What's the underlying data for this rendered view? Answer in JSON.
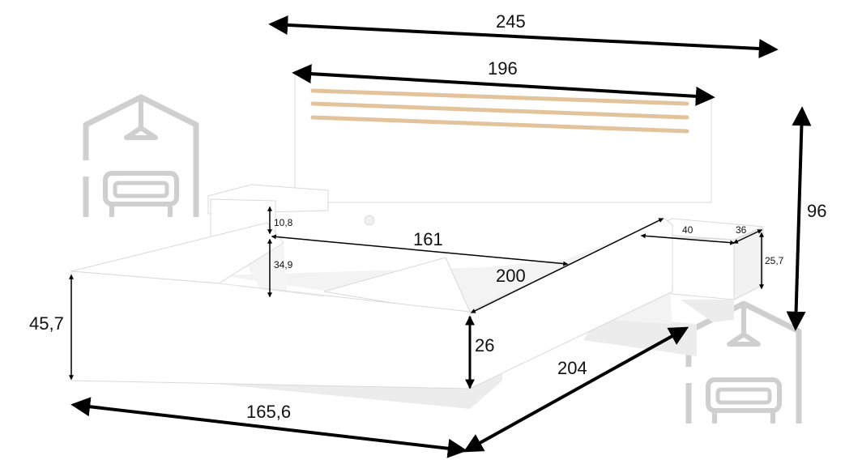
{
  "dimensions": {
    "total_width": "245",
    "headboard_width": "196",
    "headboard_height": "96",
    "nightstand_top_height": "10,8",
    "drawer_height": "34,9",
    "inner_width": "161",
    "inner_length": "200",
    "frame_height": "26",
    "nightstand_width": "40",
    "nightstand_depth": "36",
    "nightstand_height": "25,7",
    "total_height": "45,7",
    "front_width": "165,6",
    "total_length": "204"
  },
  "colors": {
    "wood_slat": "#e3c39b",
    "furniture": "#ffffff",
    "shadow": "#ececec",
    "watermark": "#cfcfcf",
    "arrow": "#000000"
  },
  "icons": [
    "house-sofa-watermark-icon"
  ]
}
